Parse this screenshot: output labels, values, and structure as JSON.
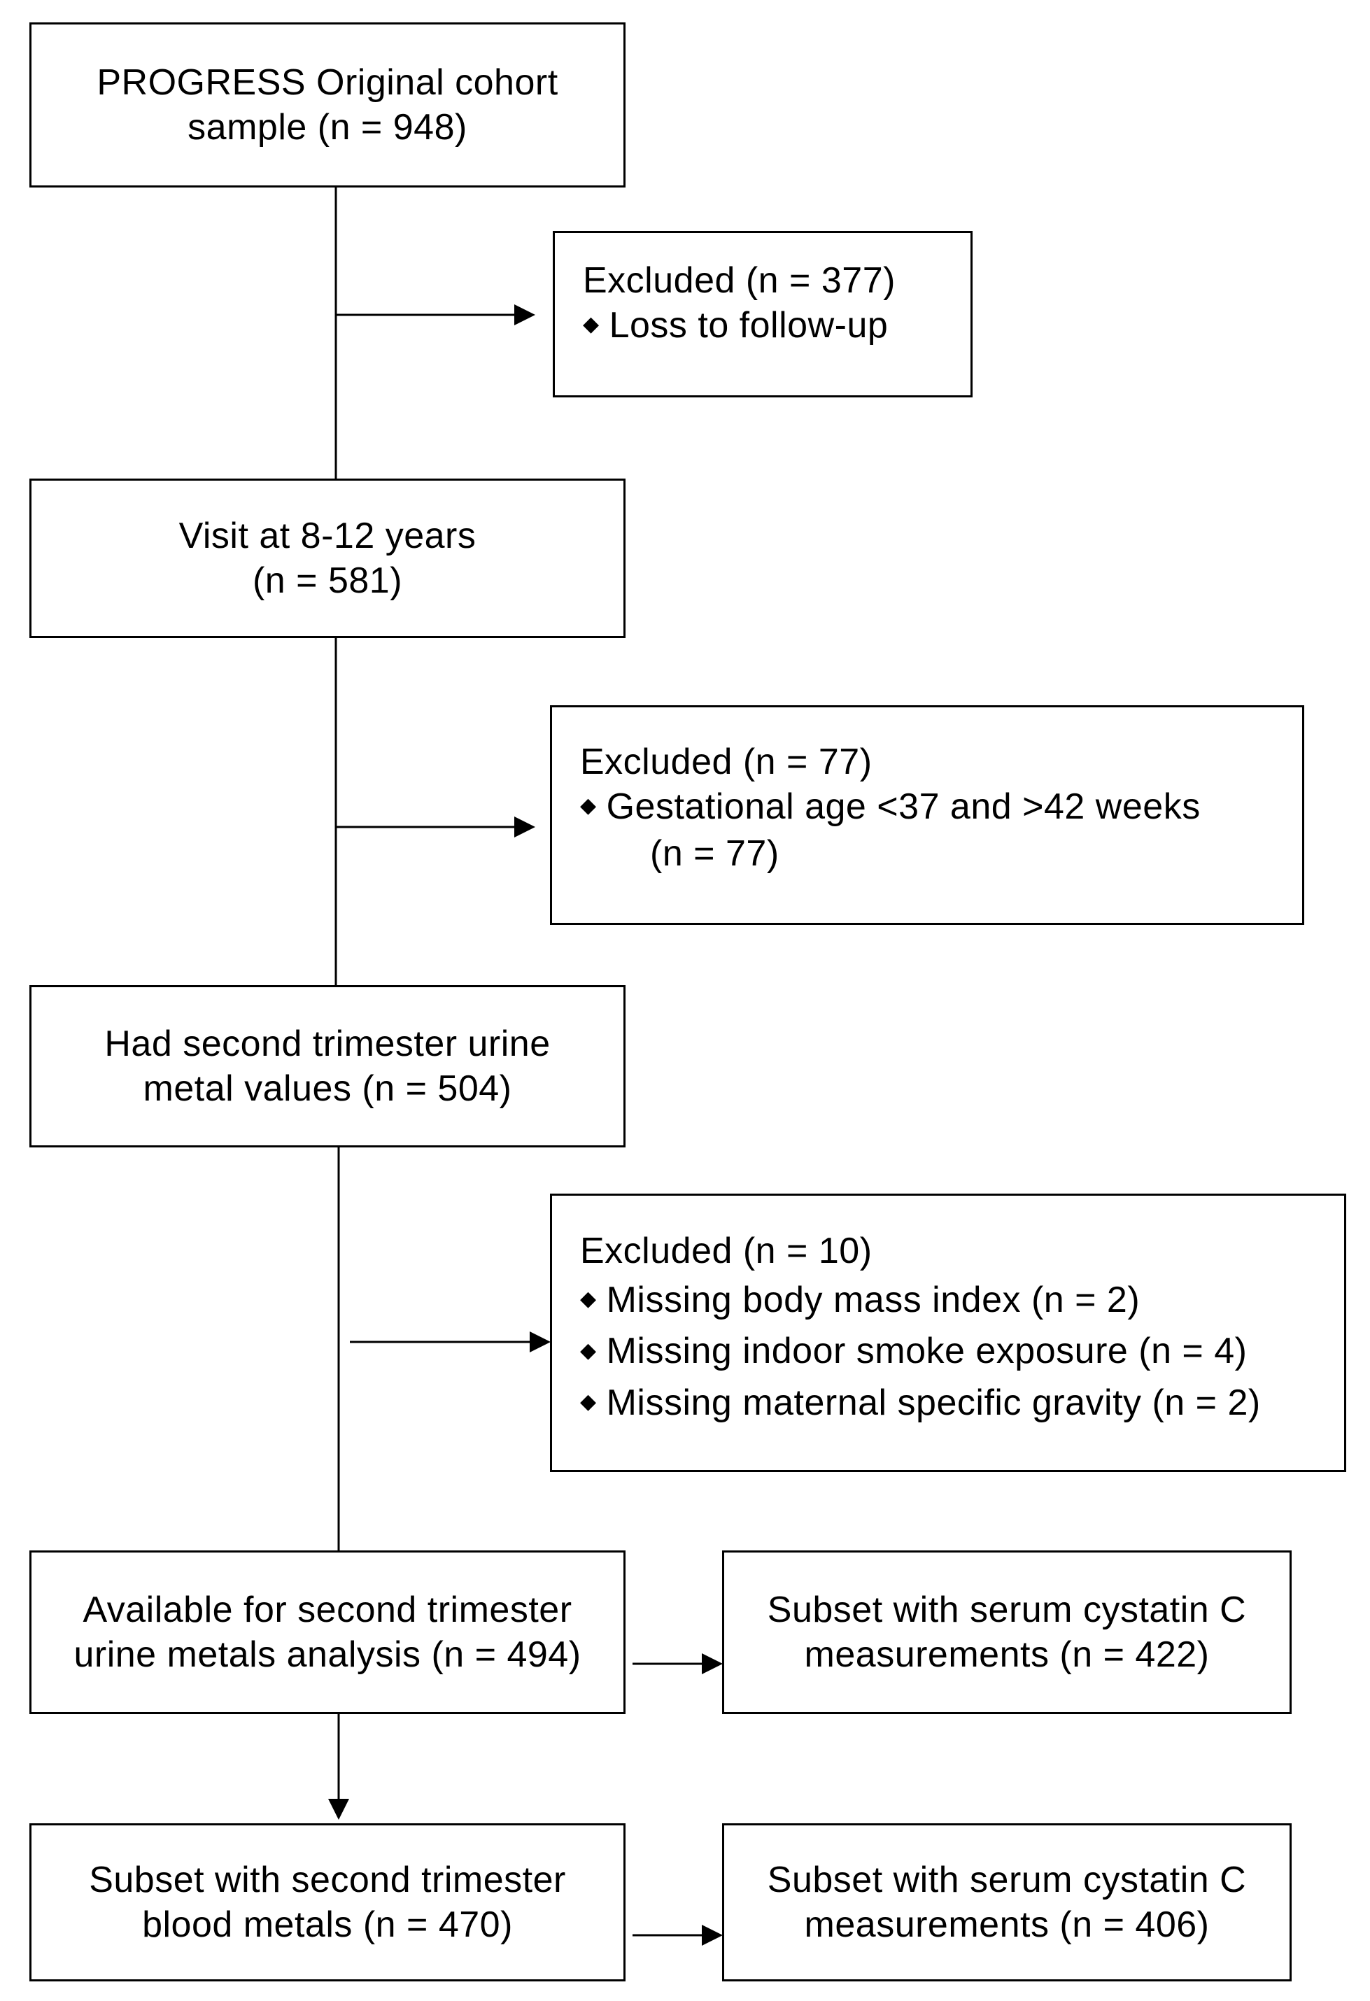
{
  "boxes": {
    "original_cohort": {
      "lines": [
        "PROGRESS Original cohort",
        "sample (n = 948)"
      ]
    },
    "excluded_1": {
      "title": "Excluded (n = 377)",
      "items": [
        "Loss to follow-up"
      ]
    },
    "visit": {
      "lines": [
        "Visit at 8-12 years",
        "(n = 581)"
      ]
    },
    "excluded_2": {
      "title": "Excluded (n = 77)",
      "items": [
        "Gestational age <37 and >42 weeks"
      ],
      "item_continuation": "(n = 77)"
    },
    "urine_values": {
      "lines": [
        "Had second trimester urine",
        "metal values (n = 504)"
      ]
    },
    "excluded_3": {
      "title": "Excluded (n = 10)",
      "items": [
        "Missing body mass index (n = 2)",
        "Missing indoor smoke exposure (n = 4)",
        "Missing maternal specific gravity (n = 2)"
      ]
    },
    "available": {
      "lines": [
        "Available for second trimester",
        "urine metals analysis (n = 494)"
      ]
    },
    "cystatin_1": {
      "lines": [
        "Subset with serum cystatin C",
        "measurements (n = 422)"
      ]
    },
    "blood": {
      "lines": [
        "Subset with second trimester",
        "blood metals (n = 470)"
      ]
    },
    "cystatin_2": {
      "lines": [
        "Subset with serum cystatin C",
        "measurements (n = 406)"
      ]
    }
  },
  "icons": {
    "bullet": "diamond-bullet-icon",
    "arrow": "arrowhead-icon"
  },
  "colors": {
    "line": "#000000",
    "box_border": "#000000",
    "background": "#ffffff"
  }
}
